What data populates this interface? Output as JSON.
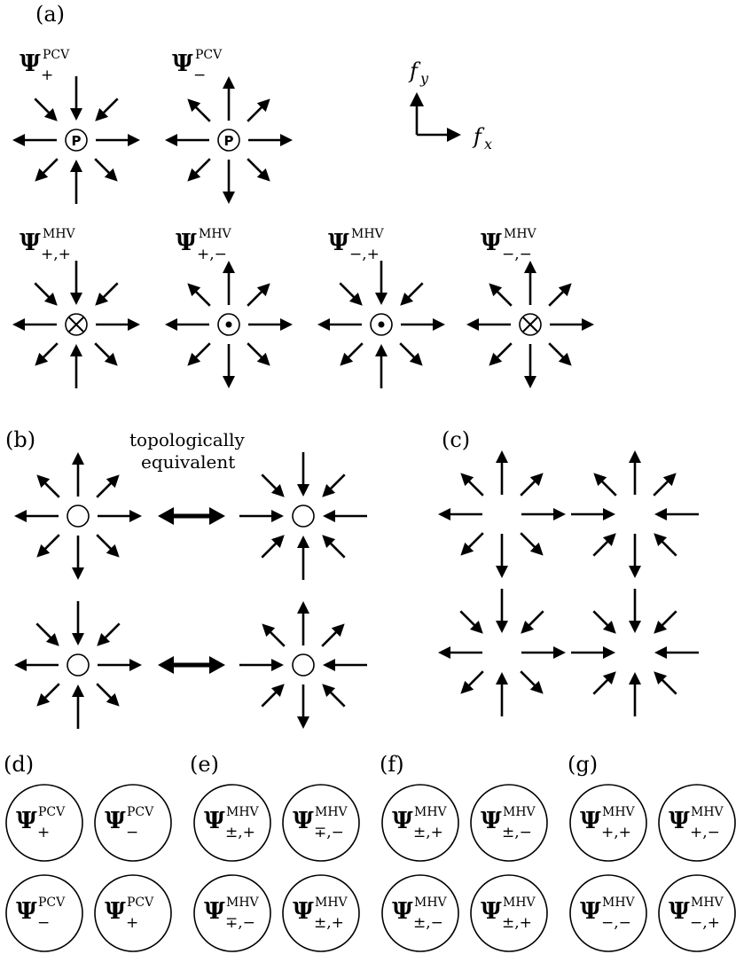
{
  "panel_labels": {
    "a": "(a)",
    "b": "(b)",
    "c": "(c)",
    "d": "(d)",
    "e": "(e)",
    "f": "(f)",
    "g": "(g)"
  },
  "psi_symbol": "Ψ",
  "pcv": "PCV",
  "mhv": "MHV",
  "axes": {
    "fy_main": "f",
    "fy_sub": "y",
    "fx_main": "f",
    "fx_sub": "x"
  },
  "center_markers": {
    "pcv": "P"
  },
  "note": {
    "line1": "topologically",
    "line2": "equivalent"
  },
  "panel_a": {
    "row1": [
      {
        "sub": "+"
      },
      {
        "sub": "−"
      }
    ],
    "row2": [
      {
        "sub": "+,+"
      },
      {
        "sub": "+,−"
      },
      {
        "sub": "−,+"
      },
      {
        "sub": "−,−"
      }
    ]
  },
  "panel_d": [
    {
      "sup": "PCV",
      "sub": "+"
    },
    {
      "sup": "PCV",
      "sub": "−"
    },
    {
      "sup": "PCV",
      "sub": "−"
    },
    {
      "sup": "PCV",
      "sub": "+"
    }
  ],
  "panel_e": [
    {
      "sup": "MHV",
      "sub": "±,+"
    },
    {
      "sup": "MHV",
      "sub": "∓,−"
    },
    {
      "sup": "MHV",
      "sub": "∓,−"
    },
    {
      "sup": "MHV",
      "sub": "±,+"
    }
  ],
  "panel_f": [
    {
      "sup": "MHV",
      "sub": "±,+"
    },
    {
      "sup": "MHV",
      "sub": "±,−"
    },
    {
      "sup": "MHV",
      "sub": "±,−"
    },
    {
      "sup": "MHV",
      "sub": "±,+"
    }
  ],
  "panel_g": [
    {
      "sup": "MHV",
      "sub": "+,+"
    },
    {
      "sup": "MHV",
      "sub": "+,−"
    },
    {
      "sup": "MHV",
      "sub": "−,−"
    },
    {
      "sup": "MHV",
      "sub": "−,+"
    }
  ]
}
